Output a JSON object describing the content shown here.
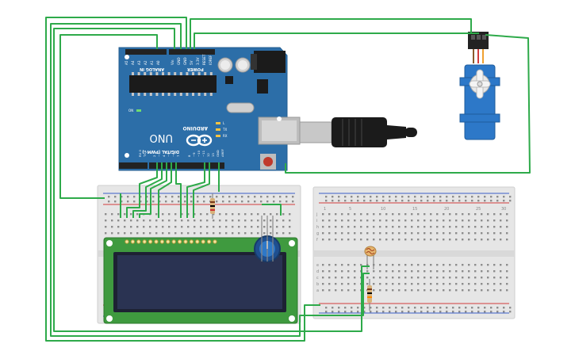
{
  "arduino": {
    "brand": "ARDUINO",
    "model": "UNO",
    "power_header": "POWER",
    "analog_header": "ANALOG IN",
    "digital_header": "DIGITAL (PWM~)",
    "power_pins": [
      "IOREF",
      "RESET",
      "3.3V",
      "5V",
      "GND",
      "GND",
      "Vin"
    ],
    "analog_pins": [
      "A0",
      "A1",
      "A2",
      "A3",
      "A4",
      "A5"
    ],
    "digital_pins": [
      "AREF",
      "GND",
      "13",
      "12",
      "~11",
      "~10",
      "~9",
      "8",
      "7",
      "~6",
      "~5",
      "4",
      "~3",
      "2",
      "TX 1",
      "RX 0"
    ],
    "leds": [
      "L",
      "TX",
      "RX",
      "ON"
    ]
  },
  "breadboard_rows": [
    "a",
    "b",
    "c",
    "d",
    "e",
    "f",
    "g",
    "h",
    "i",
    "j"
  ],
  "breadboard_cols": [
    "1",
    "5",
    "10",
    "15",
    "20",
    "25",
    "30"
  ],
  "colors": {
    "wire": "#2eaa4a",
    "board": "#2c6ea8",
    "breadboard": "#e9e9e9",
    "lcd_pcb": "#3f9a3f",
    "lcd_screen": "#2a3352",
    "servo": "#2d78c8",
    "rail_red": "#d23c3c",
    "rail_blue": "#3a5fc8"
  }
}
